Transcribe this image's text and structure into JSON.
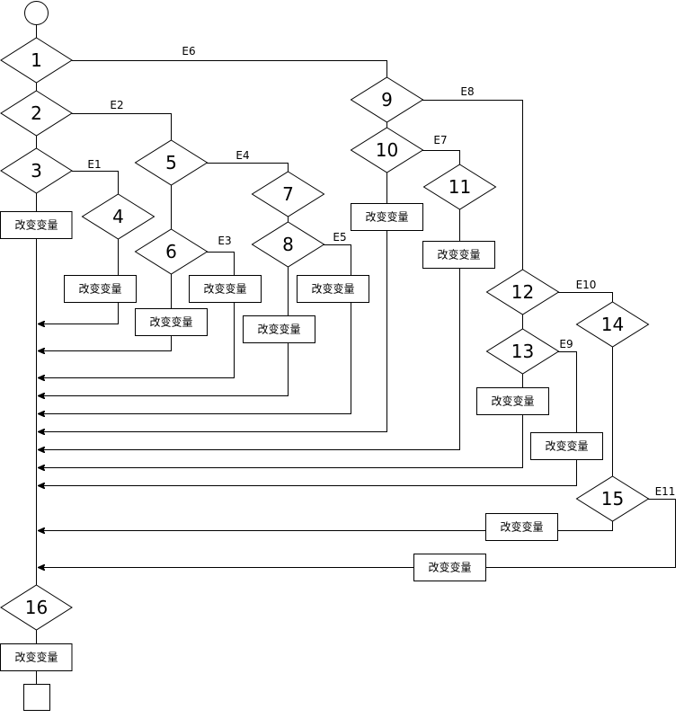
{
  "decisions": [
    "1",
    "2",
    "3",
    "4",
    "5",
    "6",
    "7",
    "8",
    "9",
    "10",
    "11",
    "12",
    "13",
    "14",
    "15",
    "16"
  ],
  "actions": [
    "改变变量",
    "改变变量",
    "改变变量",
    "改变变量",
    "改变变量",
    "改变变量",
    "改变变量",
    "改变变量",
    "改变变量",
    "改变变量",
    "改变变量",
    "改变变量",
    "改变变量"
  ],
  "edge_labels": [
    "E1",
    "E2",
    "E3",
    "E4",
    "E5",
    "E6",
    "E7",
    "E8",
    "E9",
    "E10",
    "E11"
  ],
  "symbols": {
    "start": "start-circle-icon",
    "end": "end-square-icon"
  },
  "colors": {
    "stroke": "#000000",
    "fill": "#ffffff",
    "text": "#000000"
  }
}
